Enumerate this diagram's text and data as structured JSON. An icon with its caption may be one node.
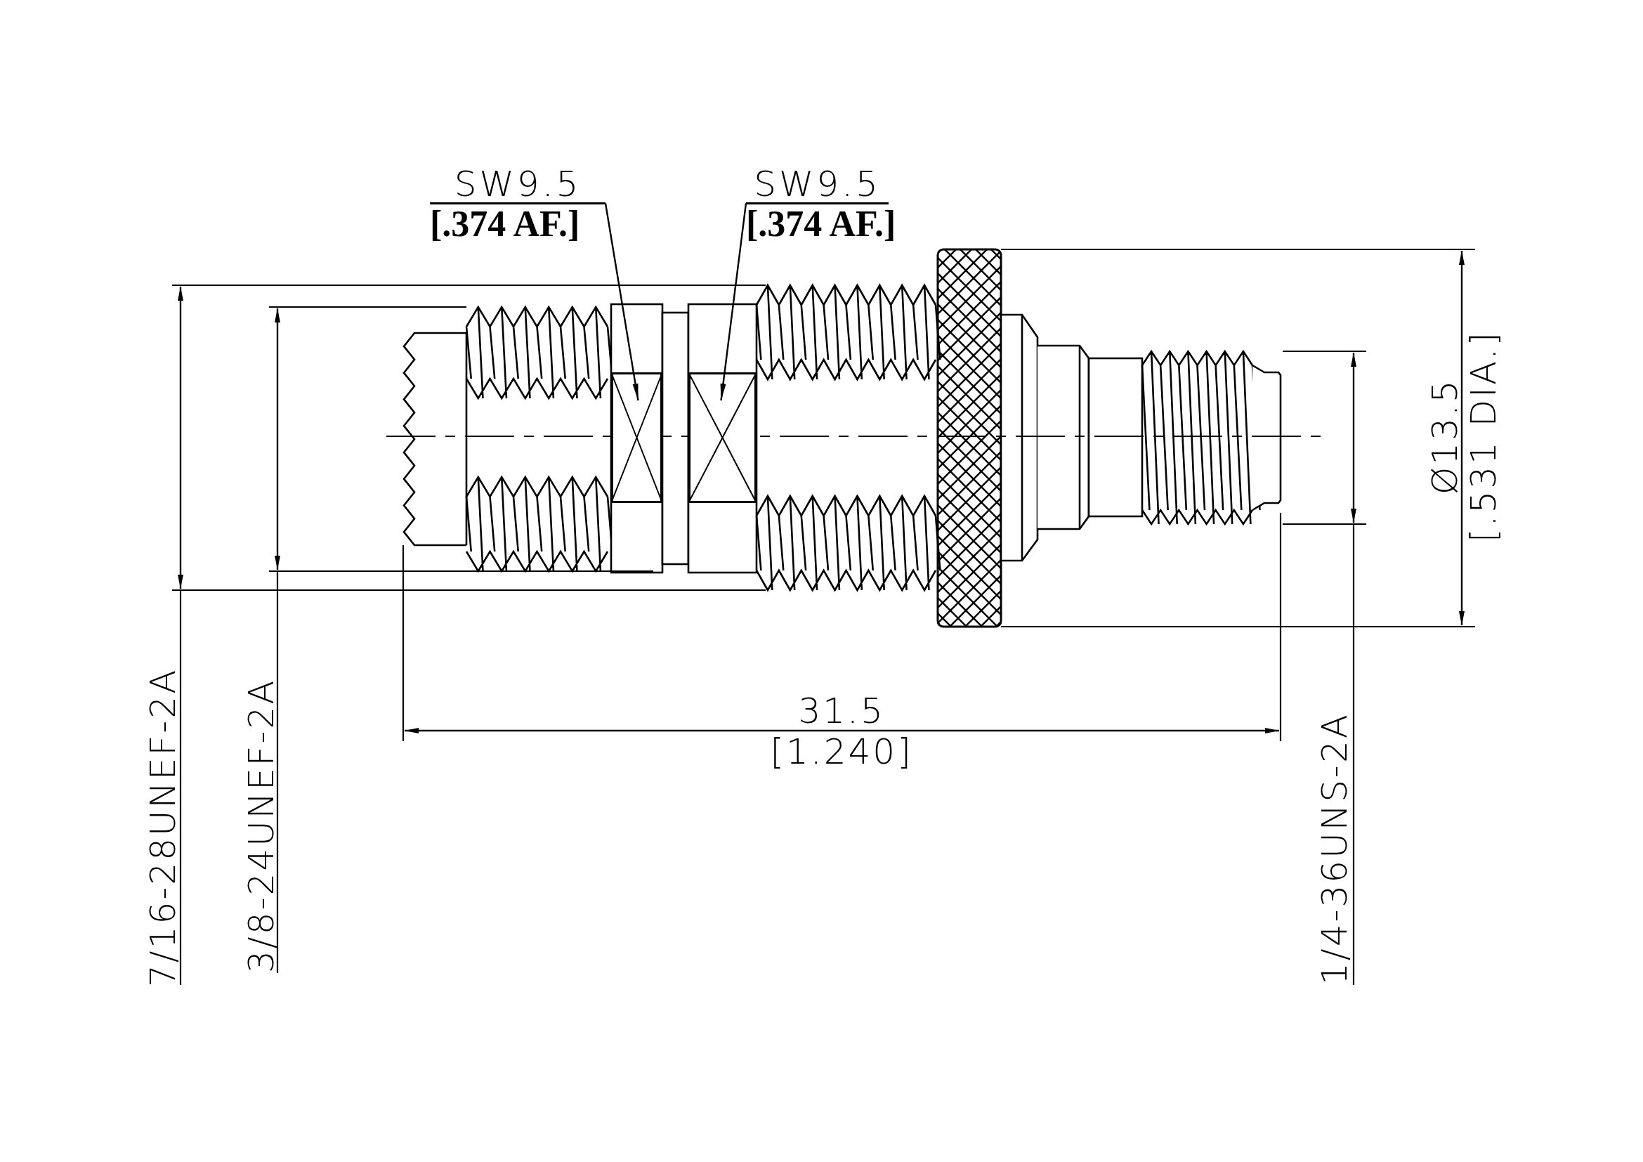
{
  "diagram": {
    "nodes": [
      {
        "text": [
          "SW9.5",
          "[.374 AF.]"
        ]
      },
      {
        "text": [
          "SW9.5",
          "[.374 AF.]"
        ]
      },
      {
        "text": [],
        "shape": "box"
      },
      {
        "text": [],
        "shape": "box"
      }
    ],
    "edges": [
      {
        "from": 0,
        "to": 2,
        "arrow": "to"
      },
      {
        "from": 1,
        "to": 3,
        "arrow": "to"
      }
    ],
    "labels": [
      "7/16-28UNEF-2A",
      "3/8-24UNEF-2A",
      "31.5",
      "[1.240]",
      "1/4-36UNS-2A",
      "Ø13.5",
      "[.531 DIA.]"
    ]
  }
}
